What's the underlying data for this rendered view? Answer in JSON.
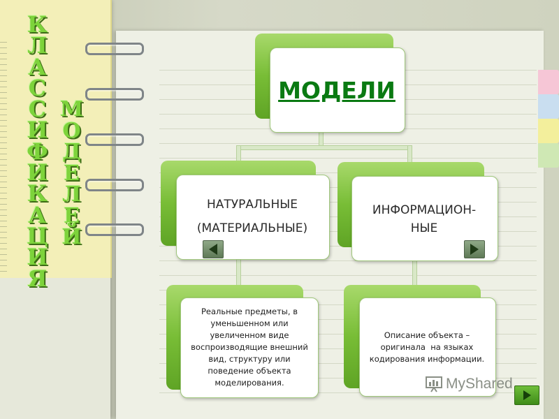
{
  "side_title": {
    "word1": [
      "К",
      "Л",
      "А",
      "С",
      "С",
      "И",
      "Ф",
      "И",
      "К",
      "А",
      "Ц",
      "И",
      "Я"
    ],
    "word2": [
      "М",
      "О",
      "Д",
      "Е",
      "Л",
      "Е",
      "Й"
    ]
  },
  "root": {
    "label": "МОДЕЛИ"
  },
  "branches": [
    {
      "line1": "НАТУРАЛЬНЫЕ",
      "line2": "(МАТЕРИАЛЬНЫЕ)"
    },
    {
      "line1": "ИНФОРМАЦИОН-",
      "line2": "НЫЕ"
    }
  ],
  "leaves": [
    {
      "lines": [
        "Реальные предметы, в",
        "уменьшенном или",
        "увеличенном виде",
        "воспроизводящие внешний",
        "вид, структуру или",
        "поведение объекта",
        "моделирования."
      ]
    },
    {
      "lines": [
        "Описание объекта –",
        "оригинала  на языках",
        "кодирования информации."
      ]
    }
  ],
  "watermark": {
    "text": "MyShared"
  },
  "colors": {
    "accent_green": "#78bd36",
    "title_green": "#0a7a12",
    "letter_green": "#7dd33b"
  }
}
